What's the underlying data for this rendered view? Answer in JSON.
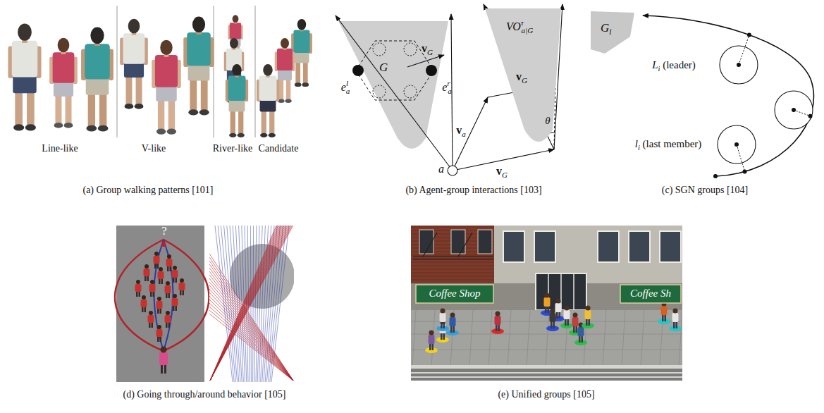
{
  "diagram": {
    "nodes": [
      {
        "text": [
          "G"
        ]
      },
      {
        "text": [
          "VOτa|G"
        ]
      },
      {
        "text": [
          "a"
        ]
      },
      {
        "text": [
          "Gi"
        ]
      },
      {
        "text": [
          "Coffee Shop"
        ]
      },
      {
        "text": [
          "Coffee Sh"
        ]
      }
    ],
    "labels": [
      "Line-like",
      "V-like",
      "River-like",
      "Candidate",
      "(a) Group walking patterns [101]",
      "ela",
      "era",
      "vG",
      "va",
      "vG",
      "vG",
      "θ",
      "(b) Agent-group interactions [103]",
      "Li (leader)",
      "li (last member)",
      "(c) SGN groups [104]",
      "?",
      "(d) Going through/around behavior [105]",
      "(e) Unified groups [105]"
    ]
  }
}
